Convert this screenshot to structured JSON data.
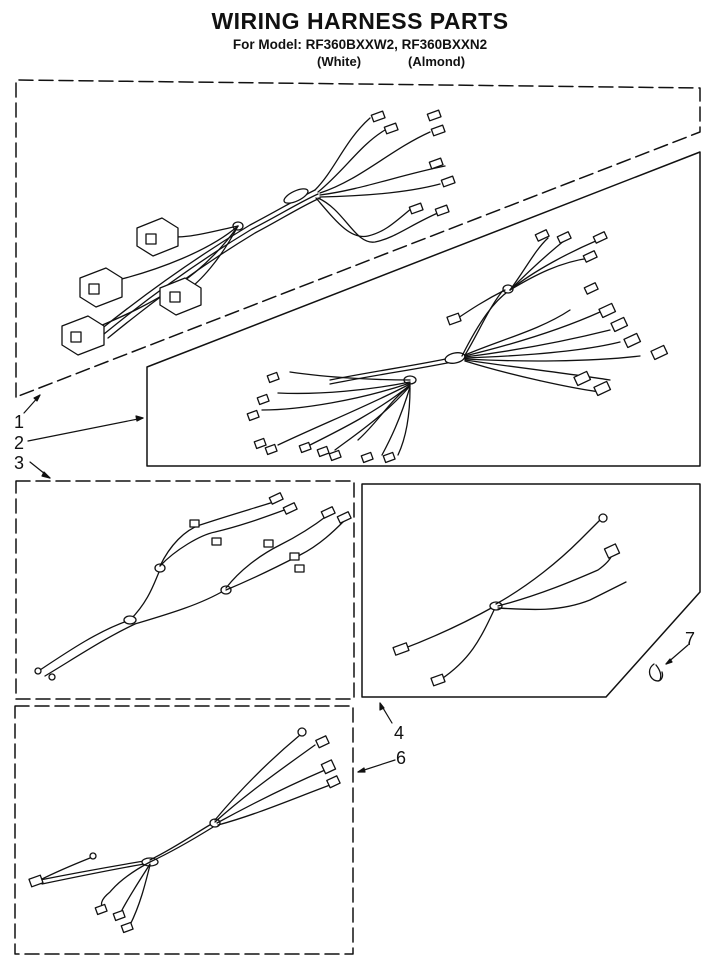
{
  "header": {
    "title": "WIRING HARNESS PARTS",
    "model_line": "For Model: RF360BXXW2, RF360BXXN2",
    "variant_white": "(White)",
    "variant_almond": "(Almond)"
  },
  "callouts": {
    "c1": "1",
    "c2": "2",
    "c3": "3",
    "c4": "4",
    "c6": "6",
    "c7": "7"
  }
}
